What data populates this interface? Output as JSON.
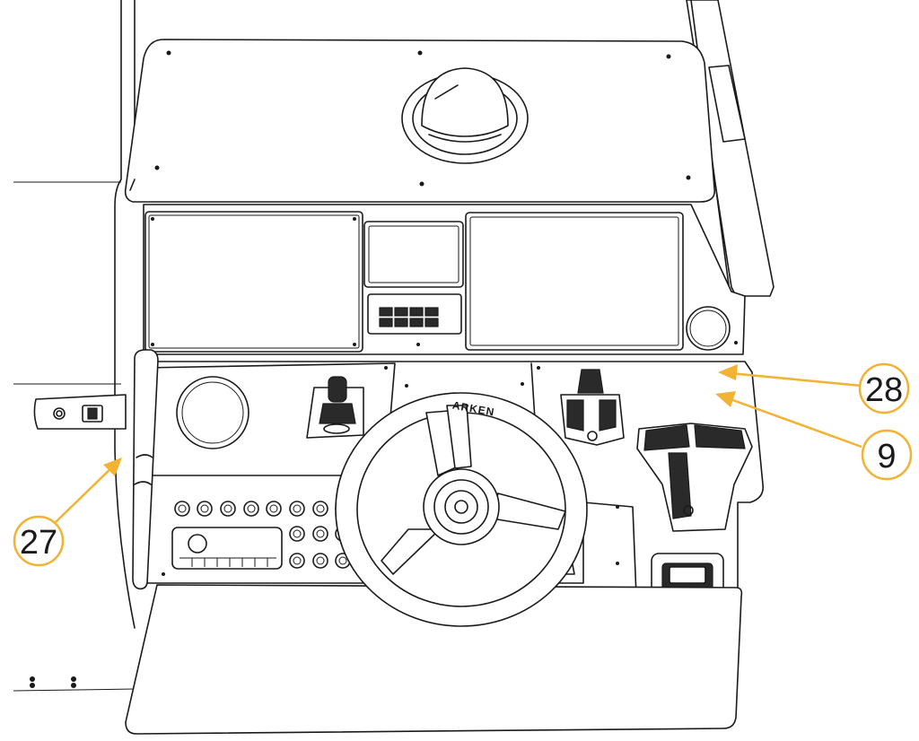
{
  "diagram": {
    "callouts": [
      {
        "label": "28"
      },
      {
        "label": "9"
      },
      {
        "label": "27"
      }
    ],
    "steering_brand": "ARKEN",
    "colors": {
      "callout": "#f2b233",
      "line": "#1a1a1a",
      "background": "#ffffff"
    }
  }
}
